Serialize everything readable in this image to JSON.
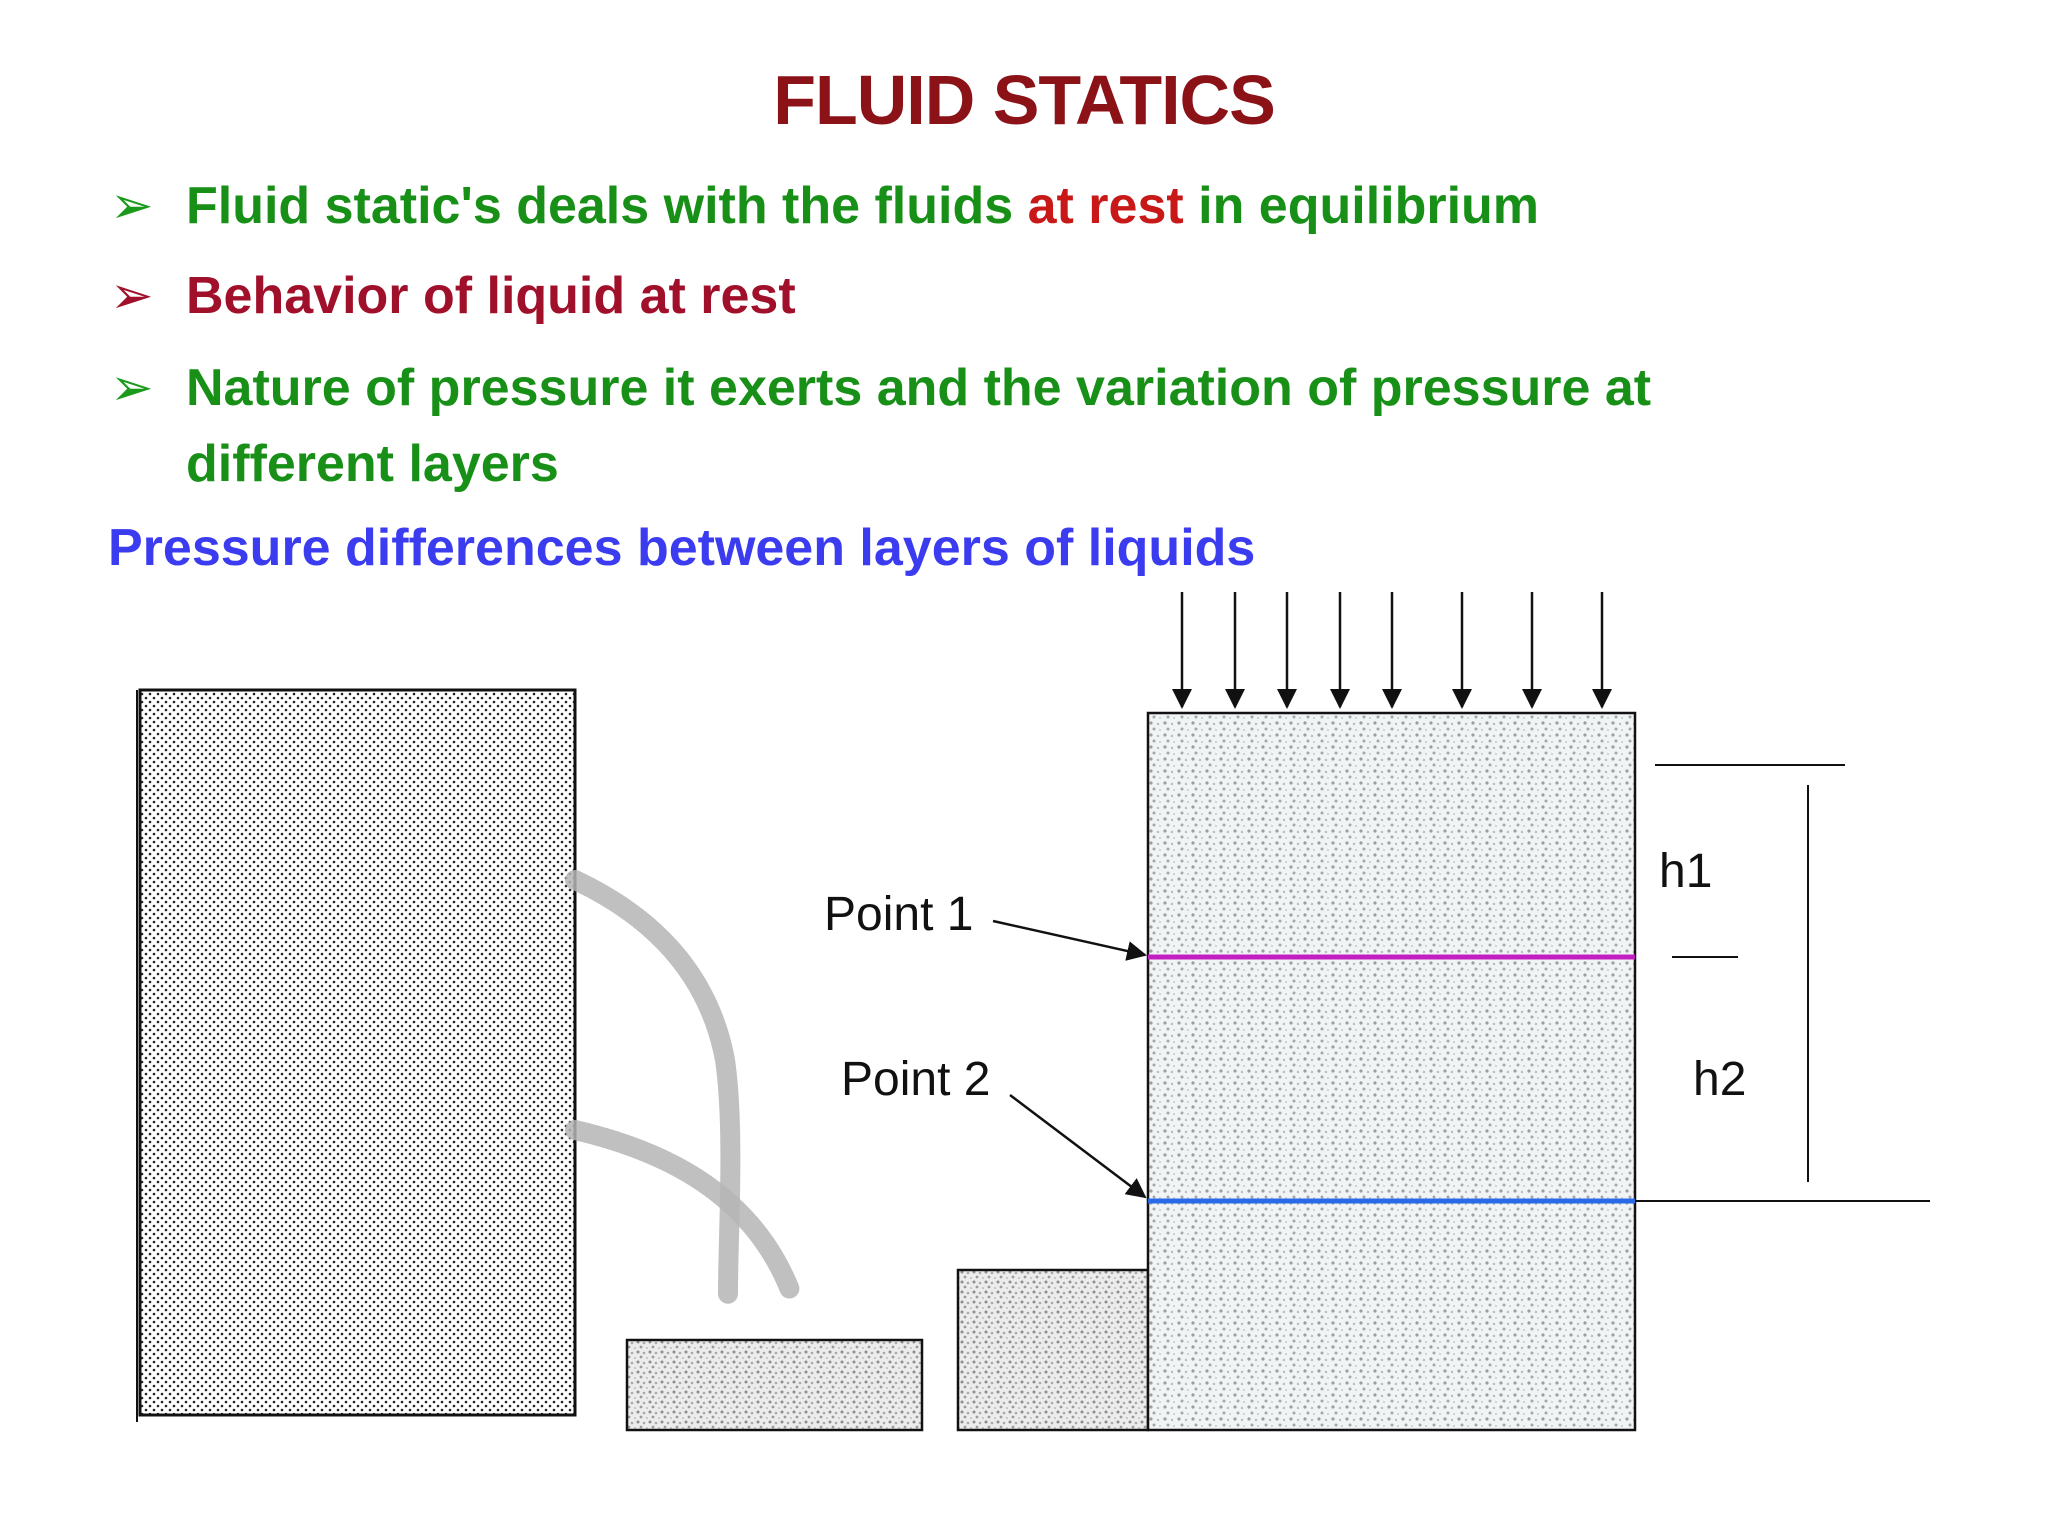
{
  "title": "FLUID STATICS",
  "bullets": [
    {
      "pre": "Fluid static's deals with the fluids ",
      "highlight": "at rest",
      "post": " in equilibrium"
    },
    {
      "text": "Behavior of liquid at rest"
    },
    {
      "line1": "Nature of pressure it exerts and the variation of pressure at",
      "line2": "different layers"
    }
  ],
  "bullet_marker": "➢",
  "subheading": "Pressure differences between layers of liquids",
  "diagram": {
    "point1_label": "Point 1",
    "point2_label": "Point 2",
    "h1_label": "h1",
    "h2_label": "h2"
  },
  "colors": {
    "title": "#8b1217",
    "green_text": "#189018",
    "red_highlight": "#c81818",
    "maroon_text": "#a0102a",
    "subheading": "#3b3bf0",
    "point1_line": "#c21fc2",
    "point2_line": "#2a6ae8"
  }
}
